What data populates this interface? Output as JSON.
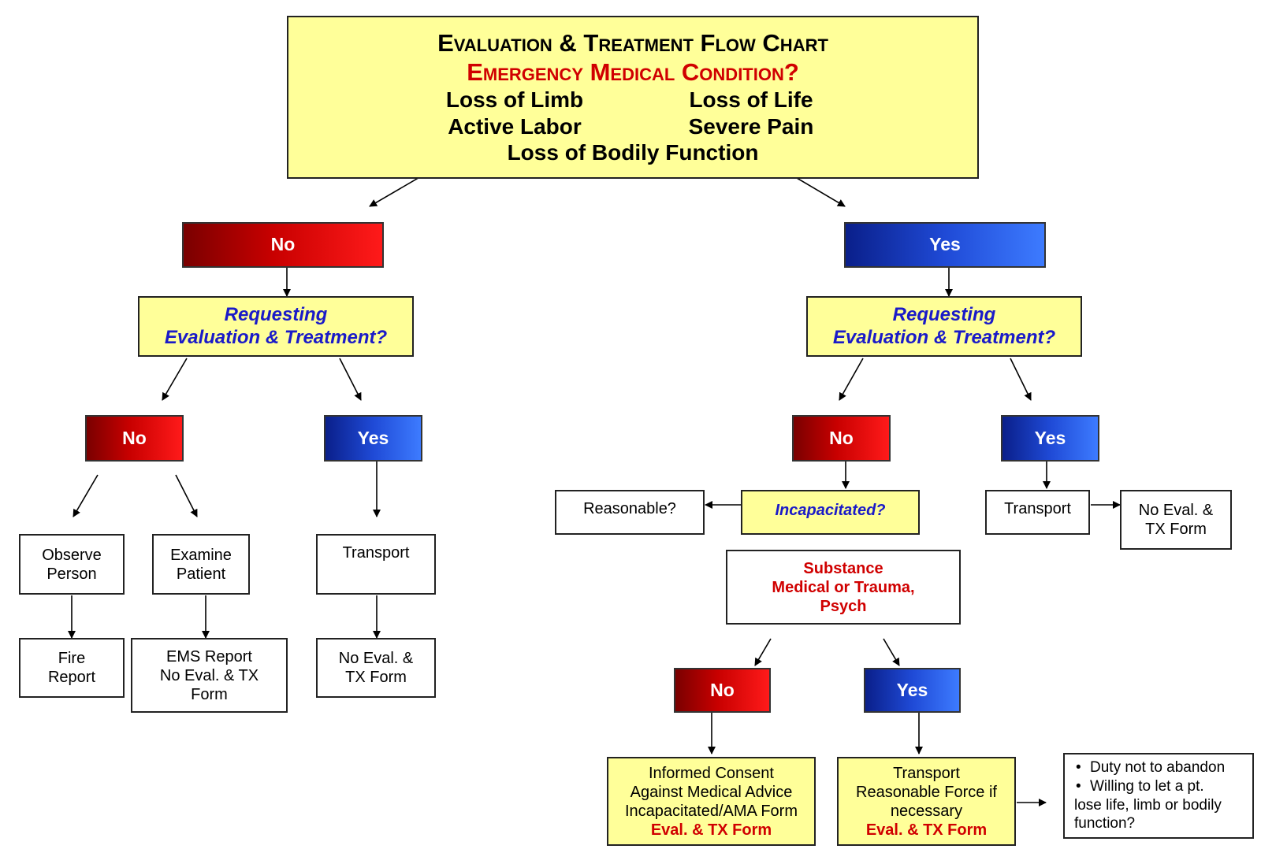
{
  "header": {
    "title": "Evaluation & Treatment Flow Chart",
    "question": "Emergency Medical Condition?",
    "conditions": {
      "loss_of_limb": "Loss of Limb",
      "loss_of_life": "Loss of Life",
      "active_labor": "Active Labor",
      "severe_pain": "Severe Pain",
      "loss_of_bodily_function": "Loss of Bodily Function"
    }
  },
  "left": {
    "emc_answer": "No",
    "requesting_line1": "Requesting",
    "requesting_line2": "Evaluation & Treatment?",
    "no": {
      "label": "No",
      "observe_line1": "Observe",
      "observe_line2": "Person",
      "fire_line1": "Fire",
      "fire_line2": "Report",
      "examine_line1": "Examine",
      "examine_line2": "Patient",
      "ems_line1": "EMS Report",
      "ems_line2": "No Eval. & TX",
      "ems_line3": "Form"
    },
    "yes": {
      "label": "Yes",
      "transport": "Transport",
      "form_line1": "No Eval. &",
      "form_line2": "TX Form"
    }
  },
  "right": {
    "emc_answer": "Yes",
    "requesting_line1": "Requesting",
    "requesting_line2": "Evaluation & Treatment?",
    "no": {
      "label": "No",
      "reasonable": "Reasonable?",
      "incapacitated": "Incapacitated?",
      "substance_line1": "Substance",
      "substance_line2": "Medical or Trauma,",
      "substance_line3": "Psych",
      "sub_no": {
        "label": "No",
        "line1": "Informed Consent",
        "line2": "Against Medical Advice",
        "line3": "Incapacitated/AMA Form",
        "line4": "Eval. & TX Form"
      },
      "sub_yes": {
        "label": "Yes",
        "line1": "Transport",
        "line2": "Reasonable Force if",
        "line3": "necessary",
        "line4": "Eval. & TX Form"
      },
      "duty_item1": "Duty not to abandon",
      "duty_item2": "Willing to let a pt.",
      "duty_item3": "lose life, limb or bodily",
      "duty_item4": "function?"
    },
    "yes": {
      "label": "Yes",
      "transport": "Transport",
      "form_line1": "No Eval. &",
      "form_line2": "TX Form"
    }
  },
  "colors": {
    "yellow_fill": "#ffff99",
    "no_red": "#d00000",
    "yes_blue": "#1f4ad6",
    "question_blue": "#1a1ac8"
  }
}
